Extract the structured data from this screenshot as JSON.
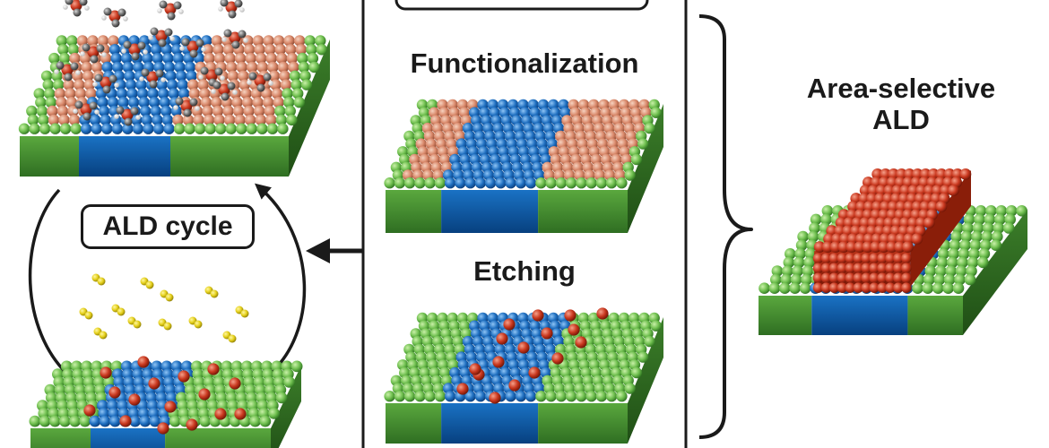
{
  "labels": {
    "functionalization": "Functionalization",
    "etching": "Etching",
    "area_selective_line1": "Area-selective",
    "area_selective_line2": "ALD",
    "ald_cycle": "ALD cycle"
  },
  "colors": {
    "green_atom": "#6fbf4f",
    "blue_atom": "#1f6fc0",
    "orange_atom": "#d9886a",
    "red_atom": "#c9381f",
    "yellow_atom": "#e4cf1a",
    "gray_atom": "#6e6e6e",
    "green_side": "#3f8a2e",
    "blue_side": "#0d5da6",
    "outline": "#1a1a1a"
  },
  "icons": [
    "curly-brace-icon",
    "arrow-left-icon",
    "cycle-arrow-icon"
  ]
}
